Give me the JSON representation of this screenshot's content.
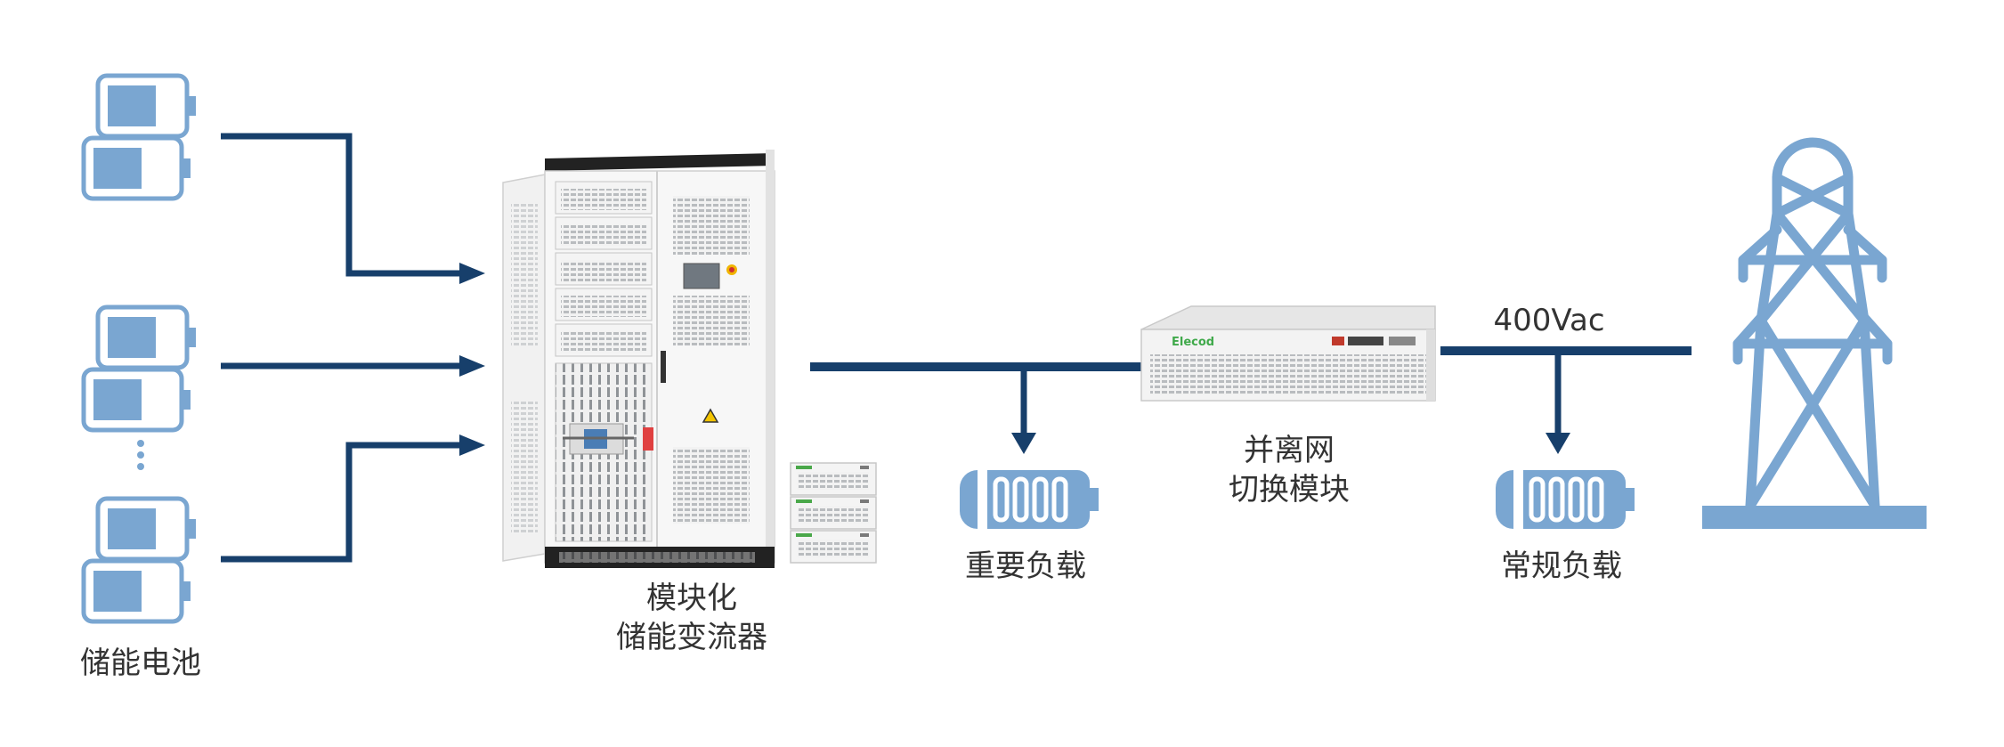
{
  "labels": {
    "battery": "储能电池",
    "pcs_line1": "模块化",
    "pcs_line2": "储能变流器",
    "critical_load": "重要负载",
    "switch_line1": "并离网",
    "switch_line2": "切换模块",
    "voltage": "400Vac",
    "normal_load": "常规负载"
  },
  "colors": {
    "line": "#173f6b",
    "icon": "#7aa6d1",
    "text": "#333333"
  },
  "icons": {
    "battery": "battery-icon",
    "load": "load-icon",
    "tower": "transmission-tower-icon",
    "cabinet": "pcs-cabinet",
    "module": "switch-module"
  }
}
